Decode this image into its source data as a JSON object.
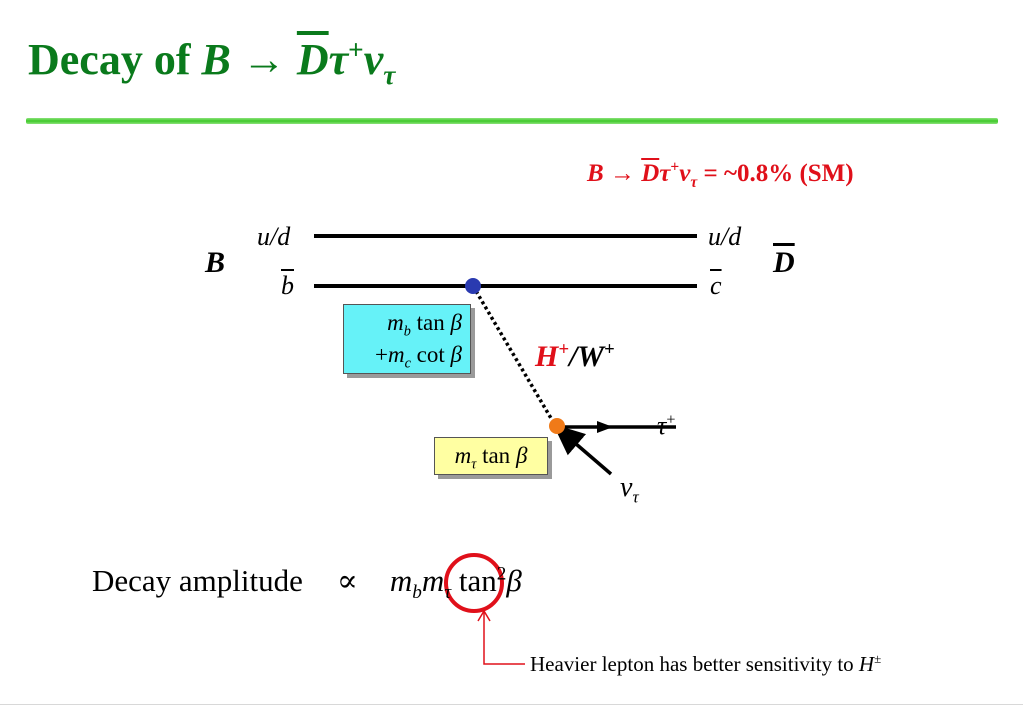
{
  "title": {
    "prefix": "Decay of ",
    "B": "B",
    "arrow": "→",
    "Dbar": "D",
    "tau": "τ",
    "tau_charge": "+",
    "nu": "ν",
    "nu_sub": "τ"
  },
  "sm_ratio": {
    "B": "B",
    "arrow": "→",
    "Dbar": "D",
    "tau": "τ",
    "tau_charge": "+",
    "nu": "ν",
    "nu_sub": "τ",
    "value": " = ~0.8% (SM)"
  },
  "diagram": {
    "left_meson": "B",
    "right_meson": "D",
    "quark_top_left": "u/d",
    "quark_top_right": "u/d",
    "quark_bottom_left": "b",
    "quark_bottom_right": "c",
    "coupling_box": {
      "line1_m": "m",
      "line1_sub": "b",
      "line1_rest": " tan ",
      "line1_beta": "β",
      "line2_plus": "+",
      "line2_m": "m",
      "line2_sub": "c",
      "line2_rest": " cot ",
      "line2_beta": "β"
    },
    "lepton_box": {
      "m": "m",
      "sub": "τ",
      "rest": " tan ",
      "beta": "β"
    },
    "boson": {
      "H": "H",
      "H_charge": "+",
      "slash": "/",
      "W": "W",
      "W_charge": "+"
    },
    "tau_out": "τ",
    "tau_out_charge": "+",
    "nu_out": "ν",
    "nu_out_sub": "τ",
    "colors": {
      "vertex_quark": "#2a3ab0",
      "vertex_lepton": "#f07a18",
      "highlight": "#e0101a"
    }
  },
  "amplitude": {
    "label": "Decay amplitude",
    "propto": "∝",
    "m1": "m",
    "sub1": "b",
    "m2": "m",
    "sub2": "τ",
    "tan": "tan",
    "power": "2",
    "beta": "β"
  },
  "note": {
    "text": "Heavier lepton has better sensitivity to ",
    "H": "H",
    "charge": "±"
  }
}
